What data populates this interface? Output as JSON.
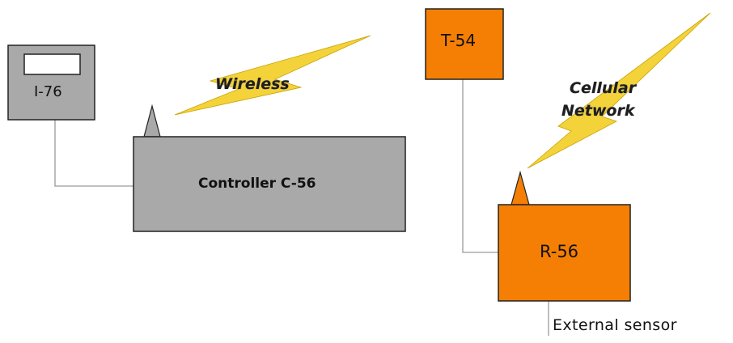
{
  "devices": {
    "indicator": {
      "label": "I-76"
    },
    "controller": {
      "label": "Controller C-56"
    },
    "transmitter": {
      "label": "T-54"
    },
    "receiver": {
      "label": "R-56"
    }
  },
  "links": {
    "wireless": {
      "label": "Wireless"
    },
    "cellular": {
      "label_line1": "Cellular",
      "label_line2": "Network"
    }
  },
  "external_sensor": {
    "label": "External sensor"
  },
  "colors": {
    "gray_fill": "#a9a9a9",
    "orange_fill": "#f47f04",
    "bolt_fill": "#f4d23a",
    "line": "#9a9a9a",
    "stroke": "#222222"
  }
}
